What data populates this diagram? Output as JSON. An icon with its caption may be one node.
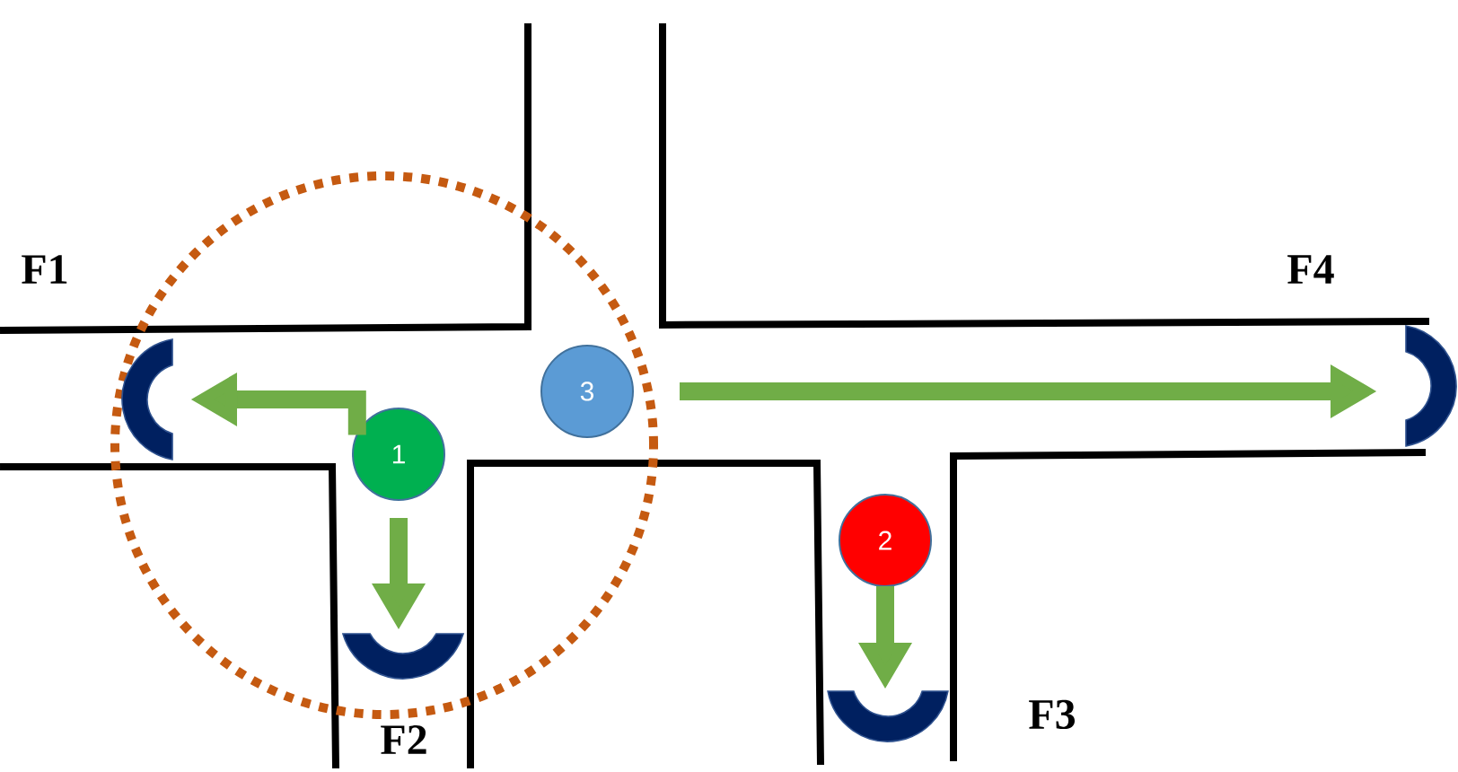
{
  "diagram": {
    "nodes": [
      {
        "text": [
          "1"
        ]
      },
      {
        "text": [
          "2"
        ]
      },
      {
        "text": [
          "3"
        ]
      },
      {
        "text": [],
        "shape": "arc",
        "beside": [
          "F1"
        ]
      },
      {
        "text": [],
        "shape": "arc",
        "beside": [
          "F2"
        ]
      },
      {
        "text": [],
        "shape": "arc",
        "beside": [
          "F3"
        ]
      },
      {
        "text": [],
        "shape": "arc",
        "beside": [
          "F4"
        ]
      }
    ],
    "edges": [
      {
        "from": 0,
        "to": 3,
        "arrow": "to"
      },
      {
        "from": 0,
        "to": 4,
        "arrow": "to"
      },
      {
        "from": 1,
        "to": 5,
        "arrow": "to"
      },
      {
        "from": 2,
        "to": 6,
        "arrow": "to"
      }
    ]
  }
}
